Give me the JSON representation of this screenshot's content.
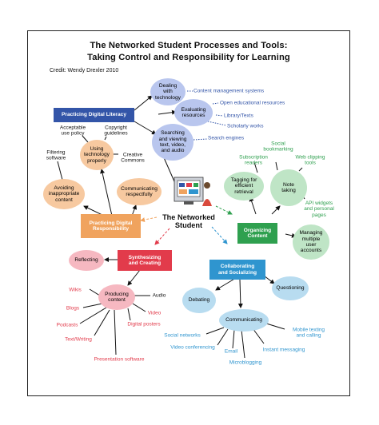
{
  "title_line1": "The Networked Student Processes and Tools:",
  "title_line2": "Taking Control and Responsibility for Learning",
  "credit": "Credit: Wendy Drexler 2010",
  "center": "The Networked\nStudent",
  "colors": {
    "literacy": "#3355a8",
    "responsibility": "#f0a35e",
    "synthesizing": "#e23b4b",
    "organizing": "#2fa04f",
    "collaborating": "#2f95cf"
  },
  "literacy": {
    "box": "Practicing Digital Literacy",
    "nodes": {
      "dealing": "Dealing\nwith\ntechnology",
      "evaluating": "Evaluating\nresources",
      "searching": "Searching\nand viewing\ntext, video,\nand audio"
    },
    "labels": {
      "cms": "Content management systems",
      "oer": "Open educational resources",
      "library": "Library/Texts",
      "scholarly": "Scholarly works",
      "search_engines": "Search engines"
    }
  },
  "responsibility": {
    "box": "Practicing Digital\nResponsibility",
    "nodes": {
      "using_tech": "Using\ntechnology\nproperly",
      "avoiding": "Avoiding\ninappropriate\ncontent",
      "communicating": "Communicating\nrespectfully"
    },
    "labels": {
      "aup": "Acceptable\nuse policy",
      "copyright": "Copyright\nguidelines",
      "cc": "Creative\nCommons",
      "filtering": "Filtering\nsoftware"
    }
  },
  "synthesizing": {
    "box": "Synthesizing\nand Creating",
    "nodes": {
      "reflecting": "Reflecting",
      "producing": "Producing\ncontent"
    },
    "labels": {
      "wikis": "Wikis",
      "blogs": "Blogs",
      "podcasts": "Podcasts",
      "text_writing": "Text/Writing",
      "presentation": "Presentation software",
      "audio": "Audio",
      "video": "Video",
      "digital_posters": "Digital posters"
    }
  },
  "organizing": {
    "box": "Organizing\nContent",
    "nodes": {
      "tagging": "Tagging for\nefficient\nretrieval",
      "note": "Note\ntaking",
      "managing": "Managing\nmultiple\nuser\naccounts"
    },
    "labels": {
      "social_bookmarking": "Social\nbookmarking",
      "subscription": "Subscription\nreaders",
      "web_clipping": "Web clipping\ntools",
      "api": "API widgets\nand personal\npages"
    }
  },
  "collaborating": {
    "box": "Collaborating\nand Socializing",
    "nodes": {
      "debating": "Debating",
      "questioning": "Questioning",
      "communicating": "Communicating"
    },
    "labels": {
      "social_networks": "Social networks",
      "video_conf": "Video conferencing",
      "email": "Email",
      "microblogging": "Microblogging",
      "instant_messaging": "Instant messaging",
      "mobile": "Mobile texting\nand calling"
    }
  }
}
